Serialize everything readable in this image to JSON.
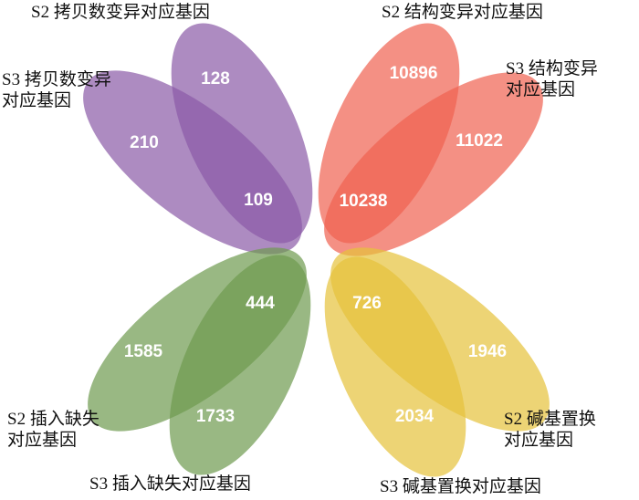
{
  "groups": [
    {
      "id": "cnv",
      "color": "#8a5aa6",
      "a": {
        "label": "S2 拷贝数变异对应基因",
        "only": "128"
      },
      "b": {
        "label": "S3 拷贝数变异\n对应基因",
        "only": "210"
      },
      "shared": "109"
    },
    {
      "id": "sv",
      "color": "#ef6150",
      "a": {
        "label": "S2 结构变异对应基因",
        "only": "10896"
      },
      "b": {
        "label": "S3 结构变异\n对应基因",
        "only": "11022"
      },
      "shared": "10238"
    },
    {
      "id": "indel",
      "color": "#6e9a4e",
      "a": {
        "label": "S2 插入缺失\n对应基因",
        "only": "1585"
      },
      "b": {
        "label": "S3 插入缺失对应基因",
        "only": "1733"
      },
      "shared": "444"
    },
    {
      "id": "snv",
      "color": "#e6c23a",
      "a": {
        "label": "S2 碱基置换\n对应基因",
        "only": "1946"
      },
      "b": {
        "label": "S3 碱基置换对应基因",
        "only": "2034"
      },
      "shared": "726"
    }
  ]
}
